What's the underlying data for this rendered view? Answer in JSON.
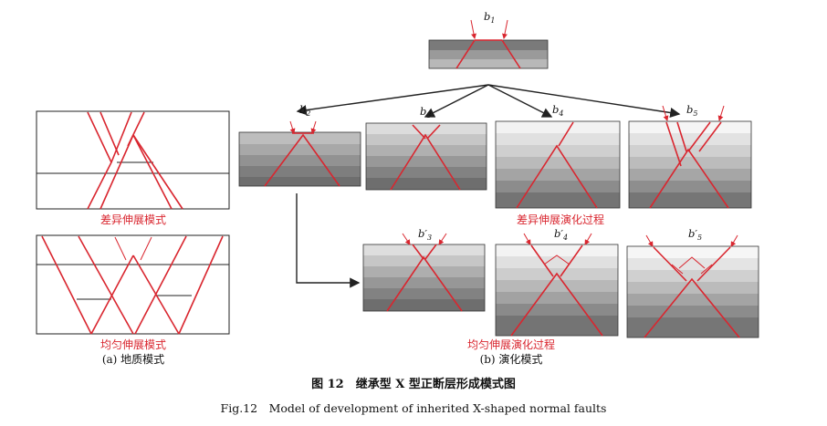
{
  "colors": {
    "fault": "#d9262f",
    "arrow": "#222222",
    "layer_dark": "#6f6f6f",
    "layer_light": "#ececec"
  },
  "labels": {
    "b1": "b",
    "b1_sub": "1",
    "b2": "b",
    "b2_sub": "2",
    "b3": "b",
    "b3_sub": "3",
    "b4": "b",
    "b4_sub": "4",
    "b5": "b",
    "b5_sub": "5",
    "b3p": "b′",
    "b3p_sub": "3",
    "b4p": "b′",
    "b4p_sub": "4",
    "b5p": "b′",
    "b5p_sub": "5"
  },
  "captions": {
    "diff_geology": "差异伸展模式",
    "uniform_geology": "均匀伸展模式",
    "geology_mode": "(a) 地质模式",
    "diff_evolution": "差异伸展演化过程",
    "uniform_evolution": "均匀伸展演化过程",
    "evolution_mode": "(b) 演化模式"
  },
  "figure": {
    "title_cn": "图 12　继承型 X 型正断层形成模式图",
    "title_en": "Fig.12　Model of development of inherited X-shaped normal faults"
  }
}
